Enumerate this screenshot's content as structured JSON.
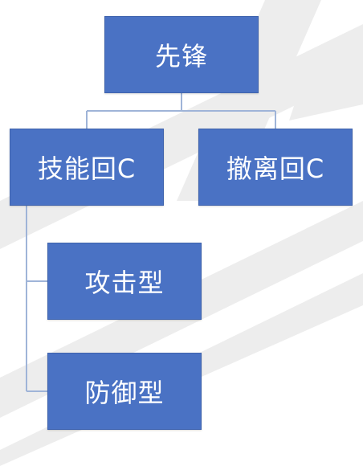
{
  "diagram": {
    "nodes": {
      "root": "先锋",
      "skill": "技能回C",
      "retreat": "撤离回C",
      "attack": "攻击型",
      "defense": "防御型"
    },
    "colors": {
      "node_fill": "#4a72c4",
      "node_border": "#3f63ad",
      "connector": "#9fb4d8",
      "text": "#ffffff",
      "watermark": "#e6e6e6"
    }
  }
}
